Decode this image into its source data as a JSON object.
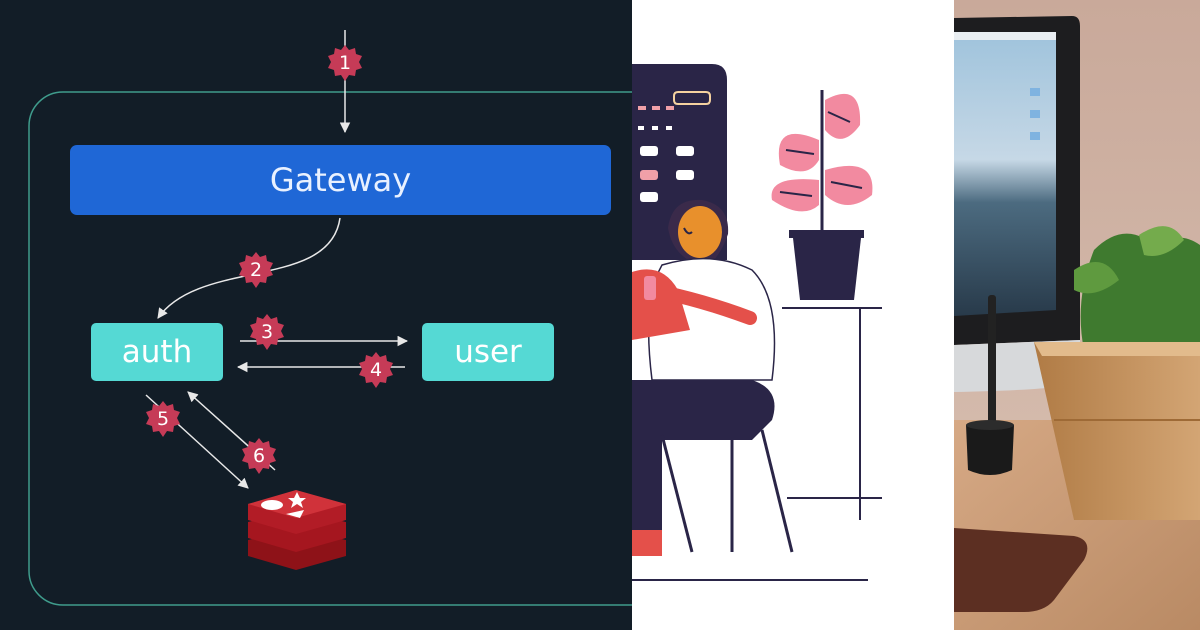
{
  "diagram": {
    "gateway_label": "Gateway",
    "auth_label": "auth",
    "user_label": "user",
    "steps": [
      "1",
      "2",
      "3",
      "4",
      "5",
      "6"
    ],
    "colors": {
      "background": "#121d27",
      "boundary": "#3f9c8c",
      "gateway": "#1f67d6",
      "service": "#55d9d4",
      "badge": "#c63b57",
      "cache": "#b21c26"
    }
  },
  "illustration": {
    "icons": [
      "dashboard-board-icon",
      "potted-plant-icon",
      "person-at-phone-icon",
      "chair-icon",
      "plant-stand-icon"
    ]
  },
  "photo": {
    "icons": [
      "monitor-icon",
      "pen-holder-icon",
      "wooden-planter-icon",
      "leather-desk-pad-icon"
    ]
  }
}
